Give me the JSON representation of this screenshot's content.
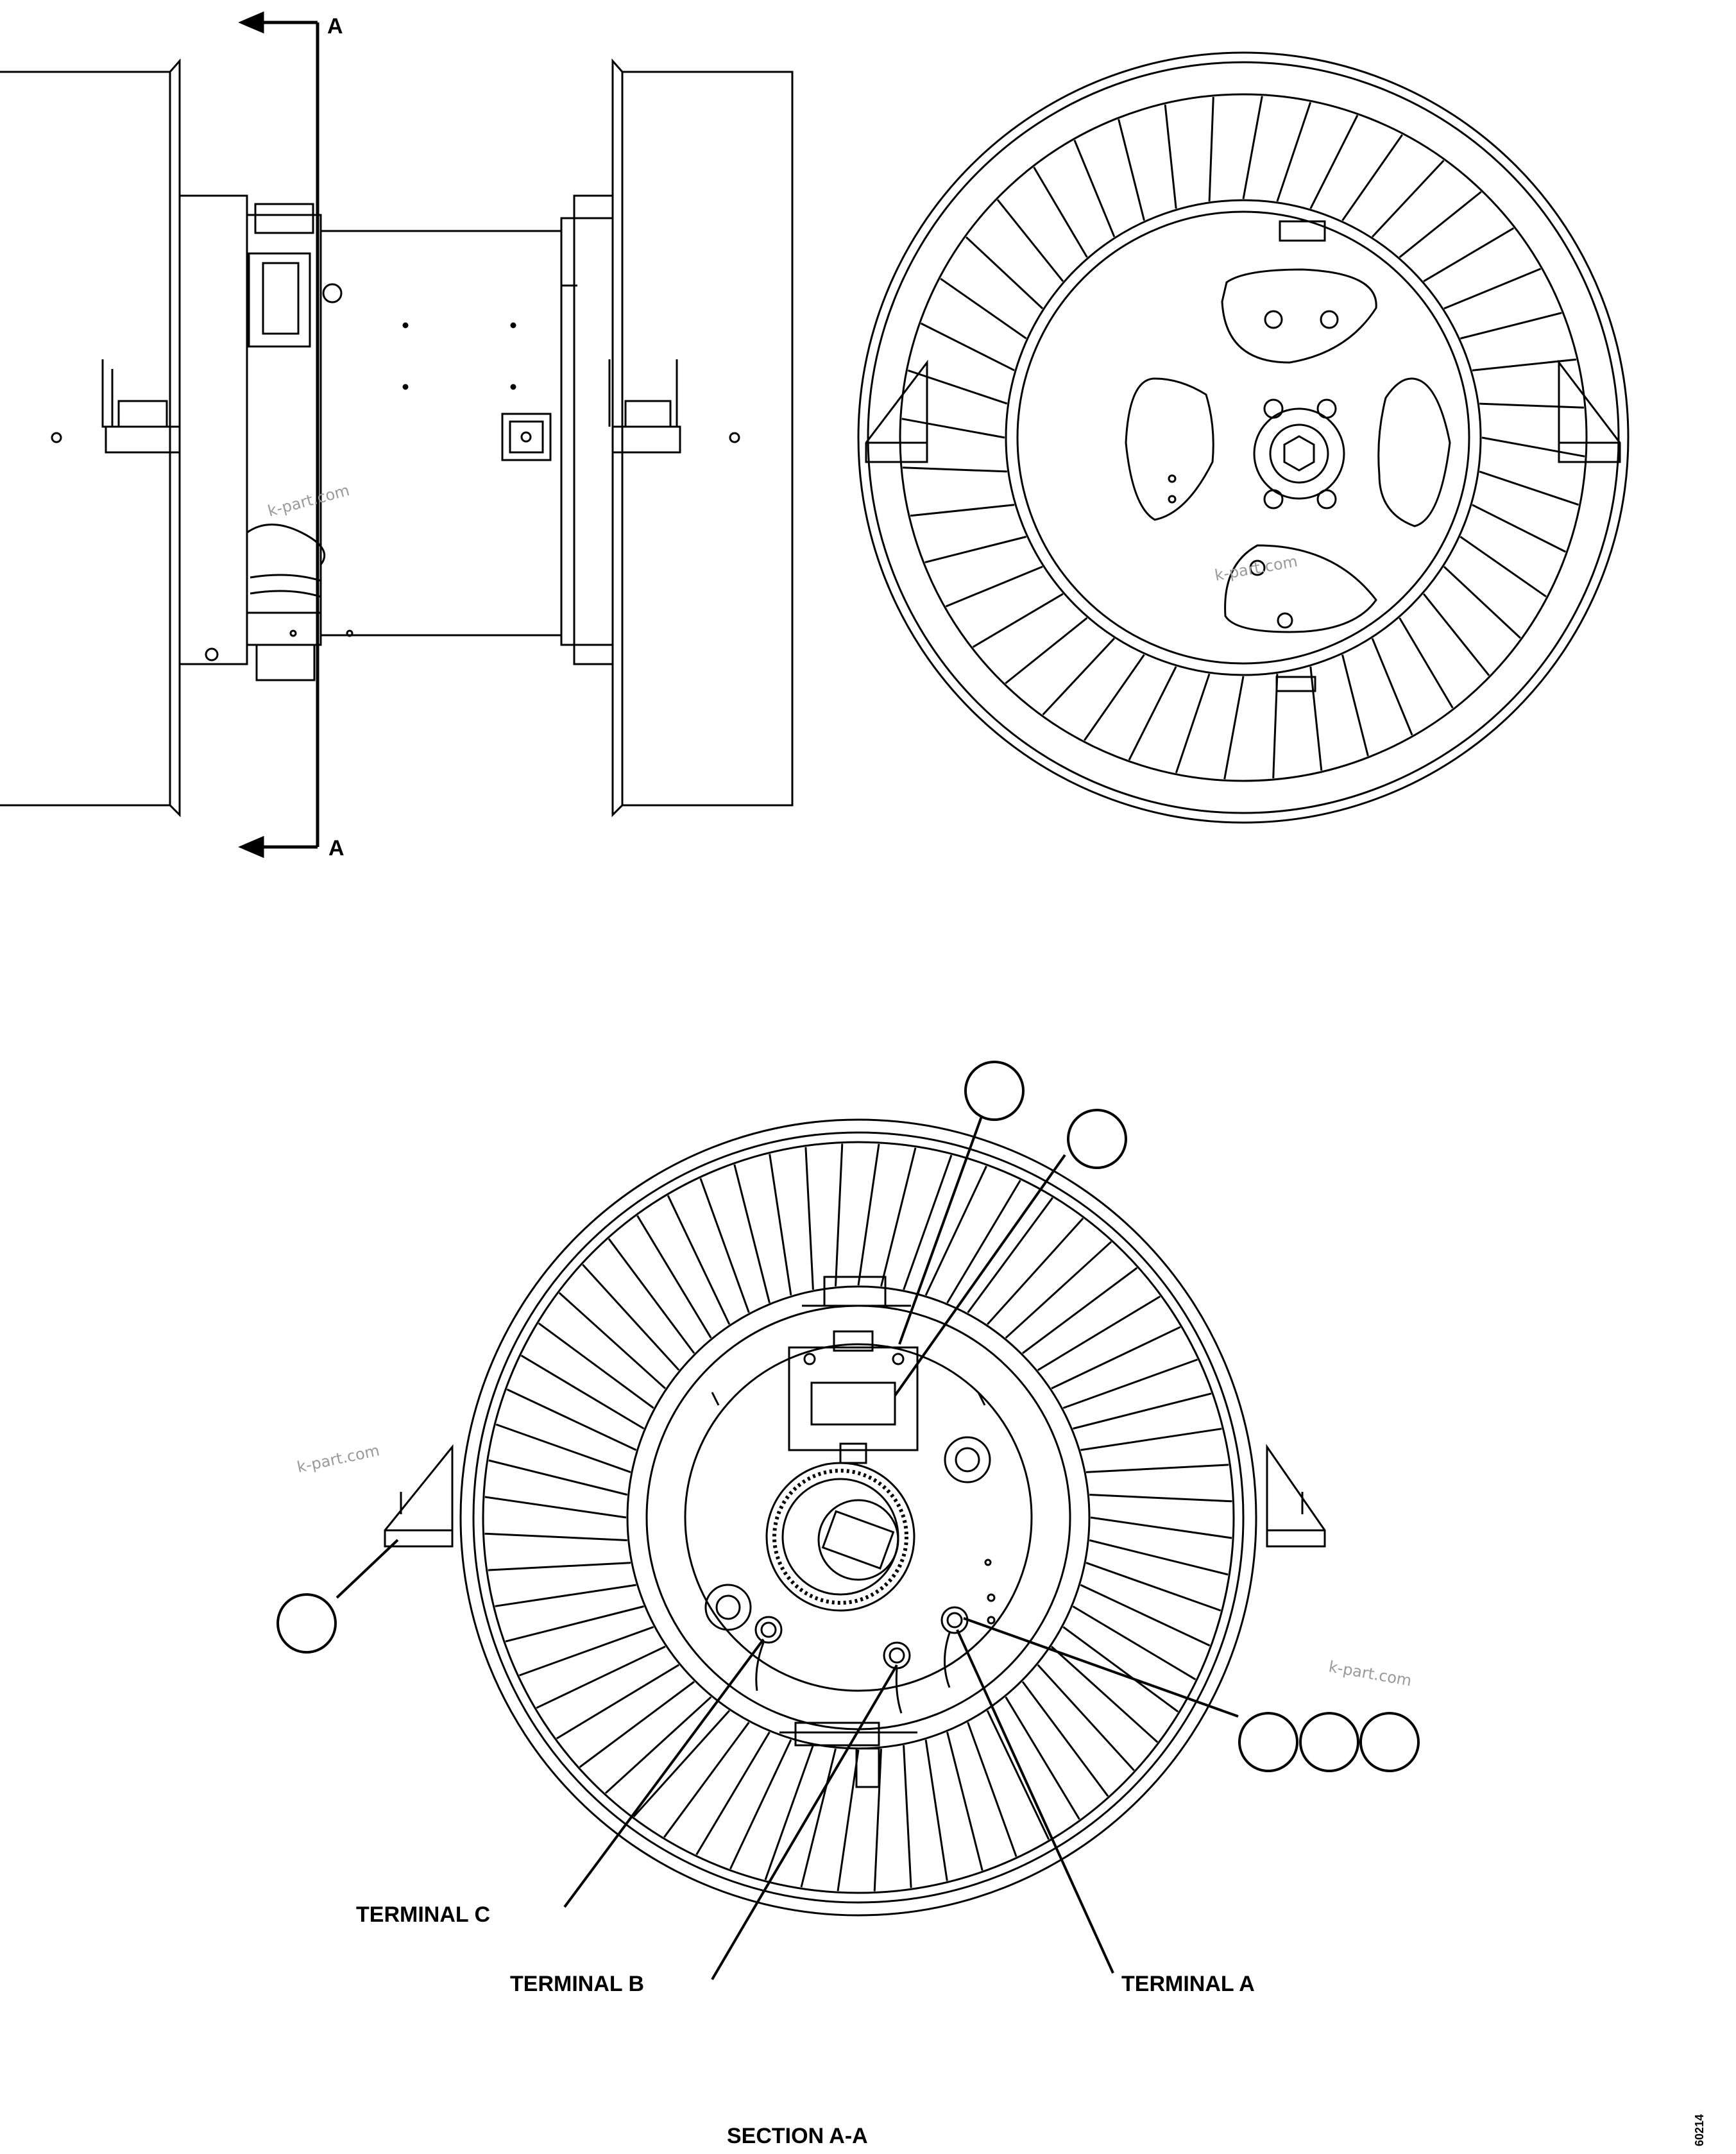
{
  "section_marks": {
    "top": "A",
    "bottom": "A"
  },
  "callouts": {
    "terminal_c": "TERMINAL C",
    "terminal_b": "TERMINAL B",
    "terminal_a": "TERMINAL A"
  },
  "section_title": "SECTION A-A",
  "drawing_code": "60214",
  "watermark": "k-part.com",
  "colors": {
    "line": "#000000",
    "background": "#ffffff",
    "watermark": "#9a9a9a"
  }
}
